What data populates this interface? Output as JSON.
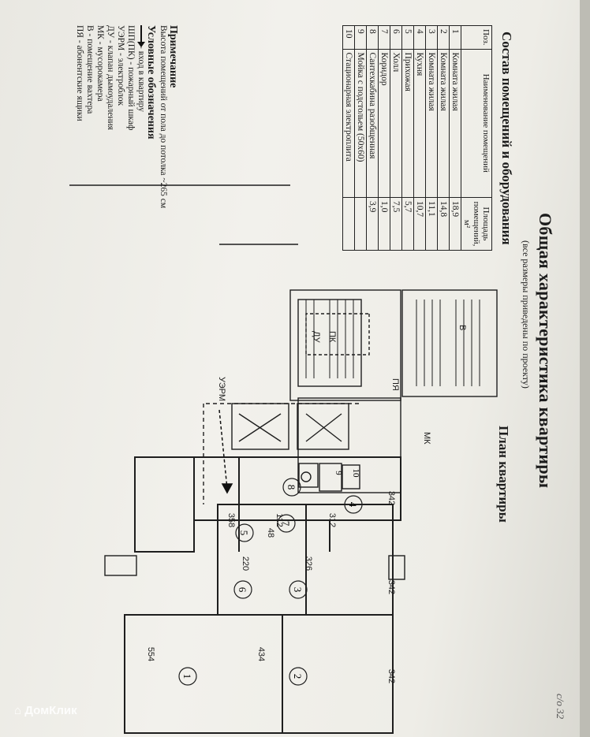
{
  "page_number": "с/о 32",
  "title": "Общая характеристика квартиры",
  "subtitle": "(все размеры приведены по проекту)",
  "plan_heading": "План квартиры",
  "table_heading": "Состав помещений и оборудования",
  "table": {
    "headers": [
      "Поз.",
      "Наименование помещений",
      "Площадь помещений, м²"
    ],
    "rows": [
      {
        "pos": "1",
        "name": "Комната жилая",
        "area": "18,9"
      },
      {
        "pos": "2",
        "name": "Комната жилая",
        "area": "14,8"
      },
      {
        "pos": "3",
        "name": "Комната жилая",
        "area": "11,1"
      },
      {
        "pos": "4",
        "name": "Кухня",
        "area": "10,7"
      },
      {
        "pos": "5",
        "name": "Прихожая",
        "area": "5,7"
      },
      {
        "pos": "6",
        "name": "Холл",
        "area": "7,5"
      },
      {
        "pos": "7",
        "name": "Коридор",
        "area": "1,0"
      },
      {
        "pos": "8",
        "name": "Сантехкабина разобщенная",
        "area": "3,9"
      },
      {
        "pos": "9",
        "name": "Мойка с подстольем (50х60)",
        "area": ""
      },
      {
        "pos": "10",
        "name": "Стационарная электроплита",
        "area": ""
      }
    ]
  },
  "notes": {
    "heading": "Примечание",
    "height_text": "Высота помещений от пола до потолка ~265 см",
    "legend_heading": "Условные обозначения",
    "legend": [
      "- вход в квартиру",
      "ШП(ПК) - пожарный шкаф",
      "УЭРМ - электроблок",
      "ДУ - клапан дымоудаления",
      "МК - мусорокамера",
      "В - помещение вахтера",
      "ПЯ - абонентские ящики"
    ]
  },
  "plan": {
    "labels": {
      "mk": "МК",
      "v": "В",
      "pya": "ПЯ",
      "pk": "ПК",
      "du": "ДУ",
      "uerm": "УЭРМ"
    },
    "room_numbers": [
      "1",
      "2",
      "3",
      "4",
      "5",
      "6",
      "7",
      "8",
      "9",
      "10"
    ],
    "dimensions": {
      "d554": "554",
      "d434": "434",
      "d220": "220",
      "d326": "326",
      "d358": "358",
      "d112": "112",
      "d48": "48",
      "d312": "312",
      "d342a": "342",
      "d342b": "342",
      "d342c": "342"
    }
  },
  "watermark": "ДомКлик"
}
